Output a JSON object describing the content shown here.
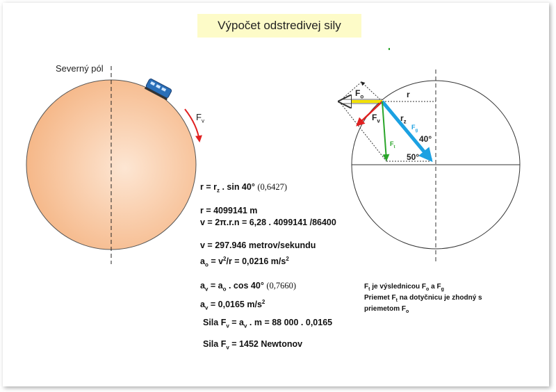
{
  "title": "Výpočet odstredivej sily",
  "left_diagram": {
    "north_pole_label": "Severný pól",
    "force_label": {
      "main": "F",
      "sub": "v"
    },
    "train_icon": "train-icon"
  },
  "right_diagram": {
    "fo": {
      "main": "F",
      "sub": "o"
    },
    "r": "r",
    "fv": {
      "main": "F",
      "sub": "v"
    },
    "rz": {
      "main": "r",
      "sub": "z"
    },
    "fg": {
      "main": "F",
      "sub": "g"
    },
    "ft": {
      "main": "F",
      "sub": "t"
    },
    "angle_40": "40°",
    "angle_50": "50°"
  },
  "formulas": {
    "line1": {
      "a": "r = r",
      "a_sub": "z",
      "b": " . sin 40° ",
      "c": "(0,6427)"
    },
    "line2": "r = 4099141 m",
    "line3": "v = 2π.r.n = 6,28 . 4099141 /86400",
    "line4": "v = 297.946 metrov/sekundu",
    "line5": {
      "a": "a",
      "a_sub": "o",
      "b": " = v",
      "b_sup": "2",
      "c": "/r = 0,0216 m/s",
      "c_sup": "2"
    },
    "line6": {
      "a": "a",
      "a_sub": "v",
      "b": " = a",
      "b_sub": "o",
      "c": " . cos 40° ",
      "d": "(0,7660)"
    },
    "line7": {
      "a": "a",
      "a_sub": "v",
      "b": " = 0,0165 m/s",
      "b_sup": "2"
    },
    "line8": {
      "a": "Sila F",
      "a_sub": "v",
      "b": " = a",
      "b_sub": "v",
      "c": " . m = 88 000 . 0,0165"
    },
    "line9": {
      "a": "Sila F",
      "a_sub": "v",
      "b": " = 1452 Newtonov"
    }
  },
  "note": {
    "l1": {
      "a": "F",
      "a_sub": "t",
      "b": " je výslednicou F",
      "b_sub": "o",
      "c": " a F",
      "c_sub": "g"
    },
    "l2": {
      "a": "Priemet F",
      "a_sub": "t",
      "b": " na dotyčnicu je zhodný s"
    },
    "l3": {
      "a": "priemetom F",
      "a_sub": "o"
    }
  },
  "colors": {
    "earth": "#f5b686",
    "earth_highlight": "#fde6d3",
    "force_red": "#e02020",
    "force_blue": "#1ba1e2",
    "force_green": "#2aa52a",
    "force_yellow": "#f2e000"
  }
}
